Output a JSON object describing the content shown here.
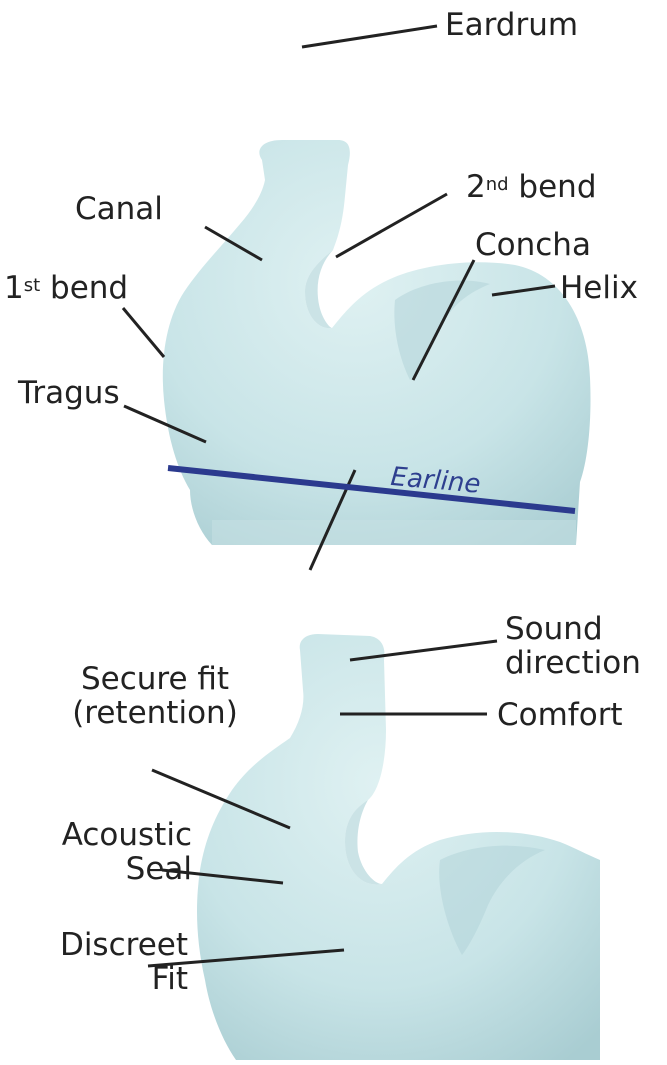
{
  "colors": {
    "mold_light": "#d6ecee",
    "mold_mid": "#bcdde1",
    "mold_shadow": "#a3c9ce",
    "line": "#222222",
    "earline": "#2b3a8e"
  },
  "top_panel": {
    "eardrum": "Eardrum",
    "canal": "Canal",
    "second_bend_num": "2",
    "second_bend_sup": "nd",
    "second_bend_word": " bend",
    "concha": "Concha",
    "first_bend_num": "1",
    "first_bend_sup": "st",
    "first_bend_word": " bend",
    "helix": "Helix",
    "tragus": "Tragus",
    "earline": "Earline"
  },
  "bottom_panel": {
    "sound_direction_1": "Sound",
    "sound_direction_2": "direction",
    "secure_fit_1": "Secure fit",
    "secure_fit_2": "(retention)",
    "comfort": "Comfort",
    "acoustic_seal_1": "Acoustic",
    "acoustic_seal_2": "Seal",
    "discreet_fit_1": "Discreet",
    "discreet_fit_2": "Fit"
  }
}
